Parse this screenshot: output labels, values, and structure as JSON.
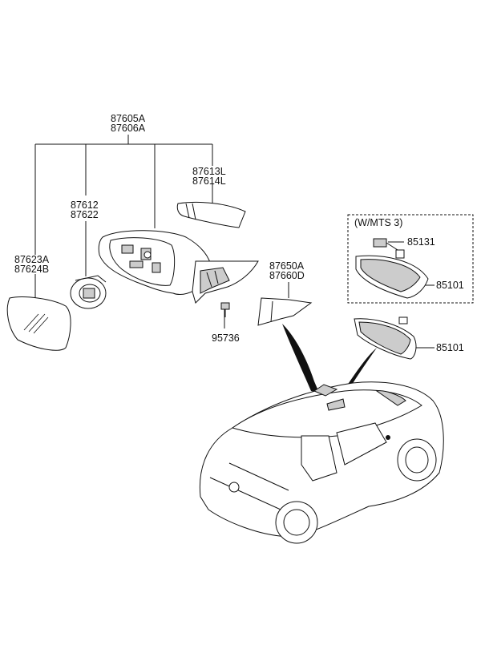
{
  "parts": {
    "mirror_assembly": {
      "line1": "87605A",
      "line2": "87606A"
    },
    "cover_cap": {
      "line1": "87613L",
      "line2": "87614L"
    },
    "actuator": {
      "line1": "87612",
      "line2": "87622"
    },
    "mirror_glass": {
      "line1": "87623A",
      "line2": "87624B"
    },
    "screw": {
      "line1": "95736"
    },
    "garnish": {
      "line1": "87650A",
      "line2": "87660D"
    },
    "mts_group": {
      "label": "(W/MTS 3)"
    },
    "mts_part": {
      "line1": "85131"
    },
    "inside_mirror_mts": {
      "line1": "85101"
    },
    "inside_mirror": {
      "line1": "85101"
    }
  }
}
